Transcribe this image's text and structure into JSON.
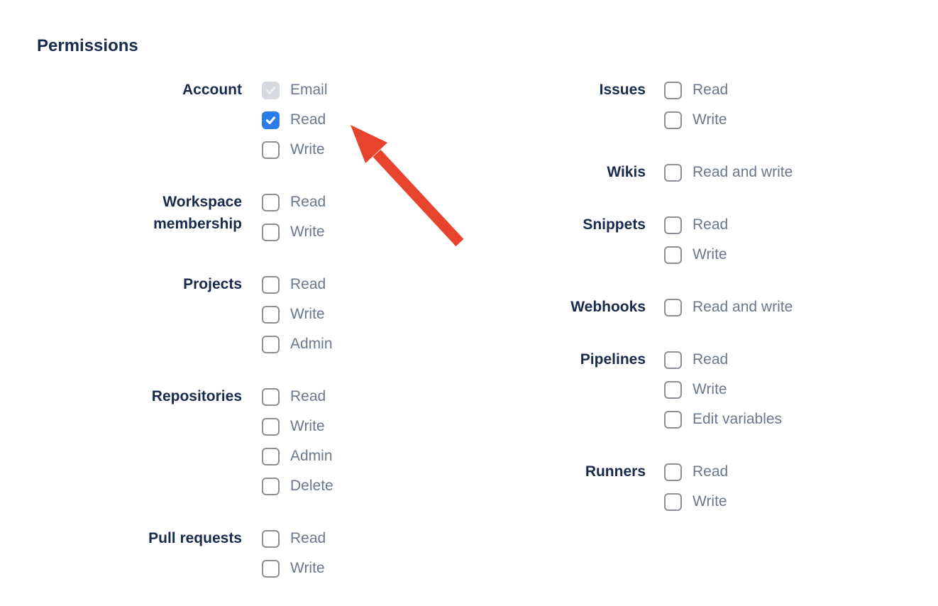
{
  "heading": "Permissions",
  "colors": {
    "heading_text": "#172b4d",
    "group_label_text": "#172b4d",
    "option_label_text": "#6b778c",
    "checkbox_border": "#8b9096",
    "checkbox_checked_bg": "#2d7de9",
    "checkbox_check": "#ffffff",
    "checkbox_disabled_bg": "#d6d9dd",
    "checkbox_disabled_check": "#eceef0",
    "arrow_color": "#e8432c"
  },
  "annotation_arrow": {
    "color": "#e8432c",
    "points_to": "Account Read checkbox"
  },
  "permissions": {
    "columns": [
      {
        "groups": [
          {
            "label": "Account",
            "options": [
              {
                "label": "Email",
                "checked": true,
                "disabled": true
              },
              {
                "label": "Read",
                "checked": true,
                "disabled": false
              },
              {
                "label": "Write",
                "checked": false,
                "disabled": false
              }
            ]
          },
          {
            "label": "Workspace membership",
            "options": [
              {
                "label": "Read",
                "checked": false,
                "disabled": false
              },
              {
                "label": "Write",
                "checked": false,
                "disabled": false
              }
            ]
          },
          {
            "label": "Projects",
            "options": [
              {
                "label": "Read",
                "checked": false,
                "disabled": false
              },
              {
                "label": "Write",
                "checked": false,
                "disabled": false
              },
              {
                "label": "Admin",
                "checked": false,
                "disabled": false
              }
            ]
          },
          {
            "label": "Repositories",
            "options": [
              {
                "label": "Read",
                "checked": false,
                "disabled": false
              },
              {
                "label": "Write",
                "checked": false,
                "disabled": false
              },
              {
                "label": "Admin",
                "checked": false,
                "disabled": false
              },
              {
                "label": "Delete",
                "checked": false,
                "disabled": false
              }
            ]
          },
          {
            "label": "Pull requests",
            "options": [
              {
                "label": "Read",
                "checked": false,
                "disabled": false
              },
              {
                "label": "Write",
                "checked": false,
                "disabled": false
              }
            ]
          }
        ]
      },
      {
        "groups": [
          {
            "label": "Issues",
            "options": [
              {
                "label": "Read",
                "checked": false,
                "disabled": false
              },
              {
                "label": "Write",
                "checked": false,
                "disabled": false
              }
            ]
          },
          {
            "label": "Wikis",
            "options": [
              {
                "label": "Read and write",
                "checked": false,
                "disabled": false
              }
            ]
          },
          {
            "label": "Snippets",
            "options": [
              {
                "label": "Read",
                "checked": false,
                "disabled": false
              },
              {
                "label": "Write",
                "checked": false,
                "disabled": false
              }
            ]
          },
          {
            "label": "Webhooks",
            "options": [
              {
                "label": "Read and write",
                "checked": false,
                "disabled": false
              }
            ]
          },
          {
            "label": "Pipelines",
            "options": [
              {
                "label": "Read",
                "checked": false,
                "disabled": false
              },
              {
                "label": "Write",
                "checked": false,
                "disabled": false
              },
              {
                "label": "Edit variables",
                "checked": false,
                "disabled": false
              }
            ]
          },
          {
            "label": "Runners",
            "options": [
              {
                "label": "Read",
                "checked": false,
                "disabled": false
              },
              {
                "label": "Write",
                "checked": false,
                "disabled": false
              }
            ]
          }
        ]
      }
    ]
  }
}
